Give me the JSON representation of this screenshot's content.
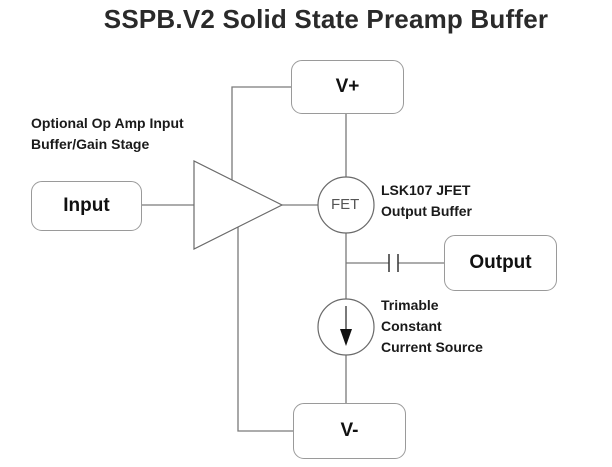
{
  "title": "SSPB.V2 Solid State Preamp Buffer",
  "blocks": {
    "v_plus": "V+",
    "v_minus": "V-",
    "input": "Input",
    "output": "Output",
    "fet": "FET"
  },
  "annotations": {
    "opamp_line1": "Optional Op Amp Input",
    "opamp_line2": "Buffer/Gain Stage",
    "fet_line1": "LSK107 JFET",
    "fet_line2": "Output Buffer",
    "ccs_line1": "Trimable",
    "ccs_line2": "Constant",
    "ccs_line3": "Current Source"
  },
  "colors": {
    "line": "#7a7a7a",
    "box_border": "#9a9a9a"
  }
}
